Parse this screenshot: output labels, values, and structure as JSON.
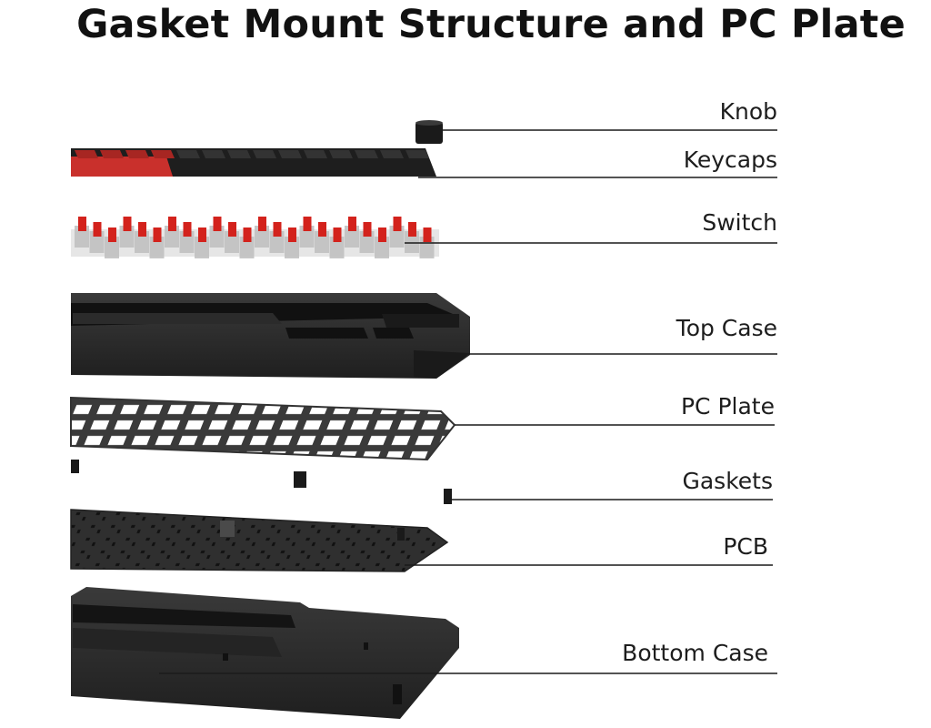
{
  "title": "Gasket Mount Structure and PC Plate",
  "layers": [
    {
      "key": "knob",
      "label": "Knob"
    },
    {
      "key": "keycaps",
      "label": "Keycaps"
    },
    {
      "key": "switch",
      "label": "Switch"
    },
    {
      "key": "top_case",
      "label": "Top Case"
    },
    {
      "key": "pc_plate",
      "label": "PC Plate"
    },
    {
      "key": "gaskets",
      "label": "Gaskets"
    },
    {
      "key": "pcb",
      "label": "PCB"
    },
    {
      "key": "bottom_case",
      "label": "Bottom Case"
    }
  ],
  "colors": {
    "keycap_red": "#c9302c",
    "keycap_black": "#1e1e1e",
    "case_black": "#2a2a2a",
    "plate_black": "#3a3a3a",
    "switch_red": "#d3221c",
    "switch_housing": "#cfcfcf"
  }
}
